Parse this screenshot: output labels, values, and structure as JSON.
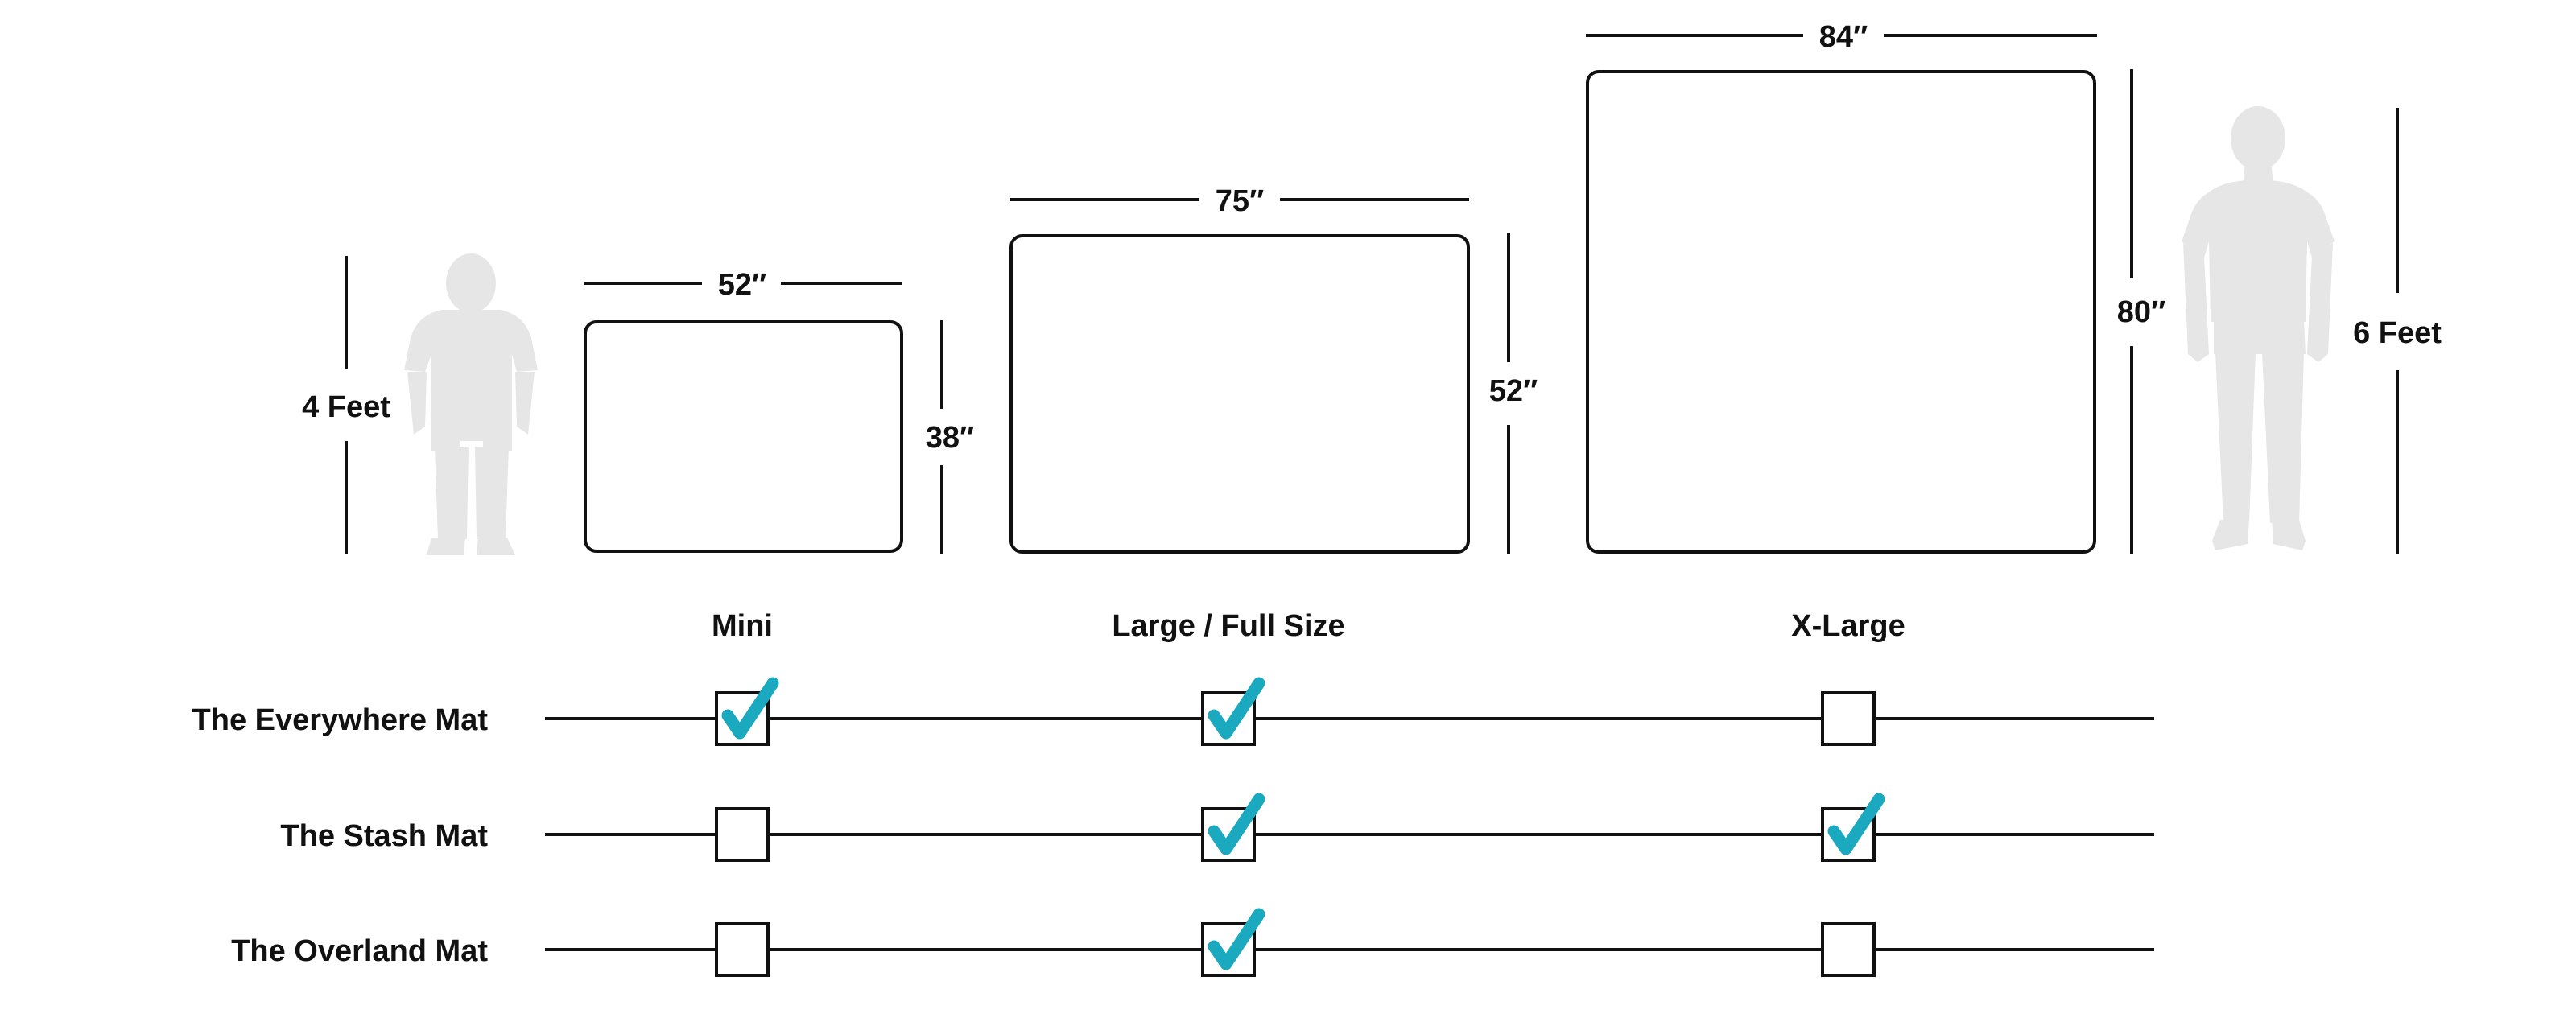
{
  "people": {
    "child_label": "4 Feet",
    "adult_label": "6 Feet",
    "silhouette_color": "#e6e6e6"
  },
  "sizes": [
    {
      "name": "Mini",
      "width_label": "52″",
      "height_label": "38″"
    },
    {
      "name": "Large / Full Size",
      "width_label": "75″",
      "height_label": "52″"
    },
    {
      "name": "X-Large",
      "width_label": "84″",
      "height_label": "80″"
    }
  ],
  "products": [
    {
      "name": "The Everywhere Mat",
      "available": [
        true,
        true,
        false
      ]
    },
    {
      "name": "The Stash Mat",
      "available": [
        false,
        true,
        true
      ]
    },
    {
      "name": "The Overland Mat",
      "available": [
        false,
        true,
        false
      ]
    }
  ],
  "colors": {
    "check": "#1ba9bf",
    "line": "#111111"
  }
}
